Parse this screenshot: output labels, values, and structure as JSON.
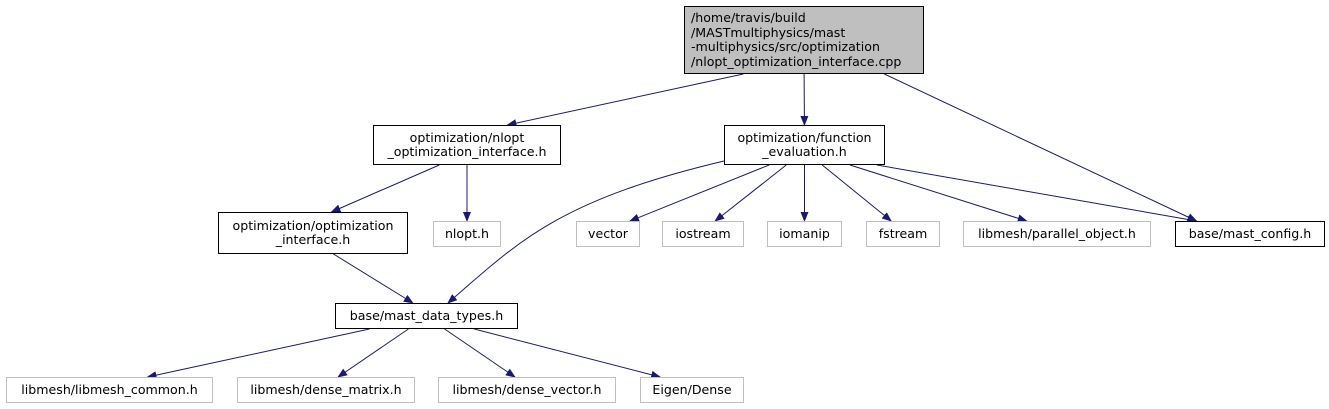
{
  "colors": {
    "edge": "#191970",
    "root_fill": "#bfbfbf",
    "external_border": "#bfbfbf",
    "internal_border": "#000000"
  },
  "nodes": {
    "root": {
      "lines": [
        "/home/travis/build",
        "/MASTmultiphysics/mast",
        "-multiphysics/src/optimization",
        "/nlopt_optimization_interface.cpp"
      ]
    },
    "nlopt_iface": {
      "lines": [
        "optimization/nlopt",
        "_optimization_interface.h"
      ]
    },
    "func_eval": {
      "lines": [
        "optimization/function",
        "_evaluation.h"
      ]
    },
    "opt_iface": {
      "lines": [
        "optimization/optimization",
        "_interface.h"
      ]
    },
    "nlopt_h": {
      "lines": [
        "nlopt.h"
      ]
    },
    "vector": {
      "lines": [
        "vector"
      ]
    },
    "iostream": {
      "lines": [
        "iostream"
      ]
    },
    "iomanip": {
      "lines": [
        "iomanip"
      ]
    },
    "fstream": {
      "lines": [
        "fstream"
      ]
    },
    "parallel_object": {
      "lines": [
        "libmesh/parallel_object.h"
      ]
    },
    "mast_config": {
      "lines": [
        "base/mast_config.h"
      ]
    },
    "mast_data_types": {
      "lines": [
        "base/mast_data_types.h"
      ]
    },
    "libmesh_common": {
      "lines": [
        "libmesh/libmesh_common.h"
      ]
    },
    "dense_matrix": {
      "lines": [
        "libmesh/dense_matrix.h"
      ]
    },
    "dense_vector": {
      "lines": [
        "libmesh/dense_vector.h"
      ]
    },
    "eigen_dense": {
      "lines": [
        "Eigen/Dense"
      ]
    }
  },
  "edges": [
    [
      "root",
      "nlopt_iface"
    ],
    [
      "root",
      "func_eval"
    ],
    [
      "root",
      "mast_config"
    ],
    [
      "nlopt_iface",
      "opt_iface"
    ],
    [
      "nlopt_iface",
      "nlopt_h"
    ],
    [
      "opt_iface",
      "mast_data_types"
    ],
    [
      "func_eval",
      "mast_data_types"
    ],
    [
      "func_eval",
      "vector"
    ],
    [
      "func_eval",
      "iostream"
    ],
    [
      "func_eval",
      "iomanip"
    ],
    [
      "func_eval",
      "fstream"
    ],
    [
      "func_eval",
      "parallel_object"
    ],
    [
      "func_eval",
      "mast_config"
    ],
    [
      "mast_data_types",
      "libmesh_common"
    ],
    [
      "mast_data_types",
      "dense_matrix"
    ],
    [
      "mast_data_types",
      "dense_vector"
    ],
    [
      "mast_data_types",
      "eigen_dense"
    ]
  ]
}
